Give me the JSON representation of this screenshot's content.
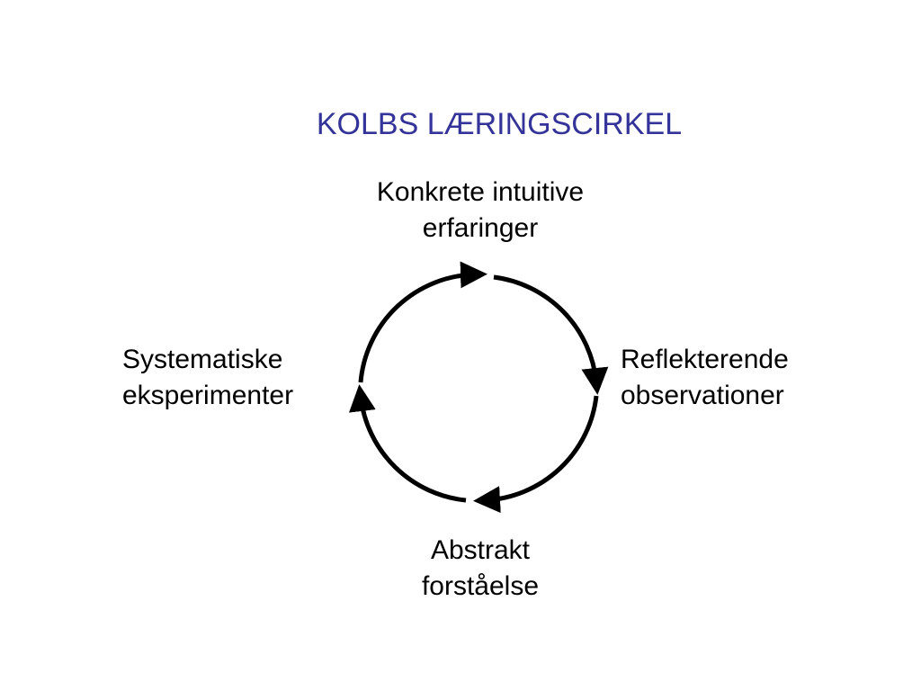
{
  "slide": {
    "title": "KOLBS LÆRINGSCIRKEL"
  },
  "cycle": {
    "stages": [
      {
        "line1": "Konkrete intuitive",
        "line2": "erfaringer"
      },
      {
        "line1": "Reflekterende",
        "line2": "observationer"
      },
      {
        "line1": "Abstrakt",
        "line2": "forståelse"
      },
      {
        "line1": "Systematiske",
        "line2": "eksperimenter"
      }
    ],
    "arrow_color": "#000000"
  }
}
